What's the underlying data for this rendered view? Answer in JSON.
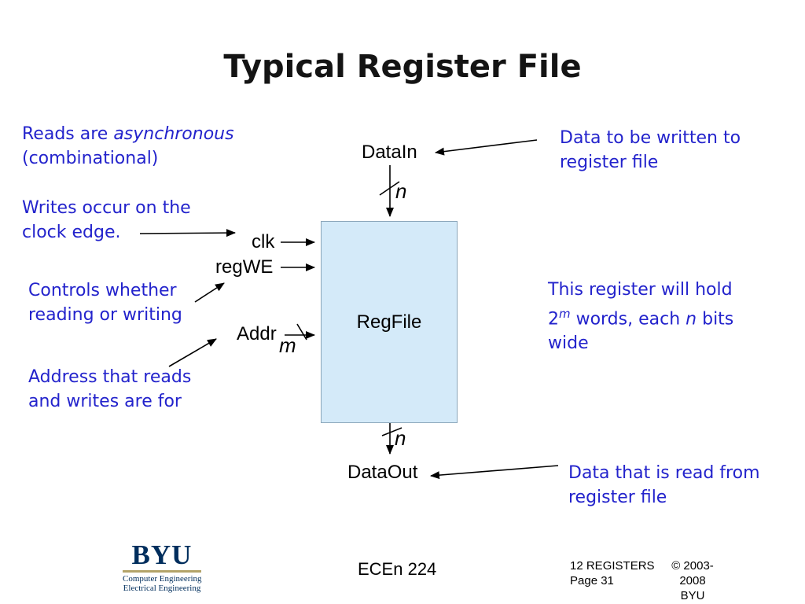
{
  "title": "Typical Register File",
  "notes": {
    "reads_1a": "Reads are ",
    "reads_1b": "asynchronous",
    "reads_2": "(combinational)",
    "writes_1": "Writes occur on the",
    "writes_2": "clock edge.",
    "controls_1": "Controls whether",
    "controls_2": "reading or writing",
    "address_1": "Address that reads",
    "address_2": "and writes are for",
    "data_written_1": "Data to be written to",
    "data_written_2": "register file",
    "hold_1": "This register will hold",
    "hold_2a": "2",
    "hold_2b": "m",
    "hold_2c": " words, each ",
    "hold_2d": "n",
    "hold_2e": " bits",
    "hold_3": "wide",
    "data_read_1": "Data that is read from",
    "data_read_2": "register file"
  },
  "diagram": {
    "block_label": "RegFile",
    "ports": {
      "data_in": "DataIn",
      "clk": "clk",
      "reg_we": "regWE",
      "addr": "Addr",
      "data_out": "DataOut"
    },
    "bus_widths": {
      "in": "n",
      "addr": "m",
      "out": "n"
    }
  },
  "footer": {
    "logo": {
      "wordmark": "BYU",
      "dept_1": "Computer Engineering",
      "dept_2": "Electrical Engineering"
    },
    "course": "ECEn 224",
    "chapter": "12 REGISTERS",
    "page": "Page 31",
    "copyright": "© 2003-2008",
    "org": "BYU"
  },
  "colors": {
    "annotation_blue": "#2323cc",
    "block_fill": "#d4eaf9",
    "block_border": "#8ba6ba",
    "byu_navy": "#002e5d",
    "byu_tan": "#b3a369"
  }
}
